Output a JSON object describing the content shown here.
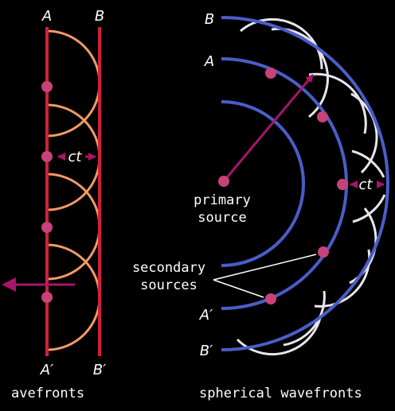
{
  "colors": {
    "background": "#000000",
    "plane_front": "#d0203a",
    "plane_wavelet": "#f39a66",
    "sphere_front": "#4a5dc8",
    "sphere_wavelet": "#e6e6ec",
    "source_point": "#c8427a",
    "arrow": "#a8156a",
    "text": "#ffffff"
  },
  "left_panel": {
    "front_top_a": "A",
    "front_top_b": "B",
    "front_bottom_a": "A′",
    "front_bottom_b": "B′",
    "spacing_label": "ct",
    "caption": "avefronts"
  },
  "right_panel": {
    "front_b": "B",
    "front_a": "A",
    "front_a_prime": "A′",
    "front_b_prime": "B′",
    "spacing_label": "ct",
    "primary_label_line1": "primary",
    "primary_label_line2": "source",
    "secondary_label_line1": "secondary",
    "secondary_label_line2": "sources",
    "caption": "spherical wavefronts"
  }
}
